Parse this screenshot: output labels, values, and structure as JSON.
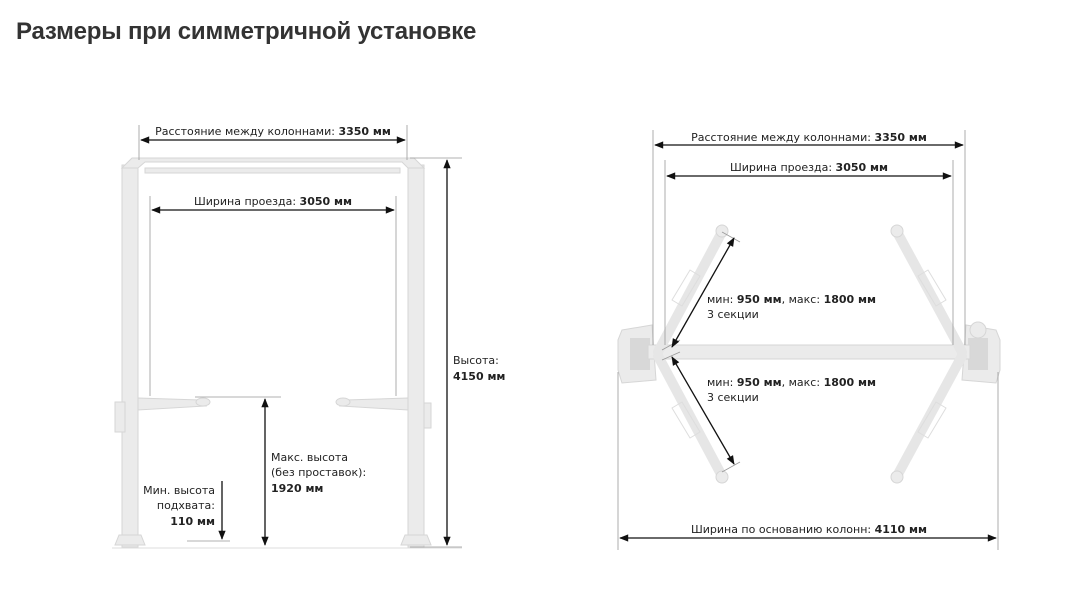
{
  "title": "Размеры при симметричной установке",
  "front_view": {
    "column_distance": {
      "label": "Расстояние между колоннами: ",
      "value": "3350 мм"
    },
    "drive_width": {
      "label": "Ширина проезда: ",
      "value": "3050 мм"
    },
    "height": {
      "label": "Высота:",
      "value": "4150 мм"
    },
    "max_height": {
      "line1": "Макс. высота",
      "line2": "(без проставок):",
      "value": "1920 мм"
    },
    "min_height": {
      "line1": "Мин. высота",
      "line2": "подхвата:",
      "value": "110 мм"
    }
  },
  "top_view": {
    "column_distance": {
      "label": "Расстояние между колоннами: ",
      "value": "3350 мм"
    },
    "drive_width": {
      "label": "Ширина проезда: ",
      "value": "3050 мм"
    },
    "arm_upper": {
      "min_label": "мин: ",
      "min_value": "950 мм",
      "sep": ", макс: ",
      "max_value": "1800 мм",
      "sections": "3 секции"
    },
    "arm_lower": {
      "min_label": "мин: ",
      "min_value": "950 мм",
      "sep": ", макс: ",
      "max_value": "1800 мм",
      "sections": "3 секции"
    },
    "base_width": {
      "label": "Ширина по основанию колонн: ",
      "value": "4110 мм"
    }
  }
}
